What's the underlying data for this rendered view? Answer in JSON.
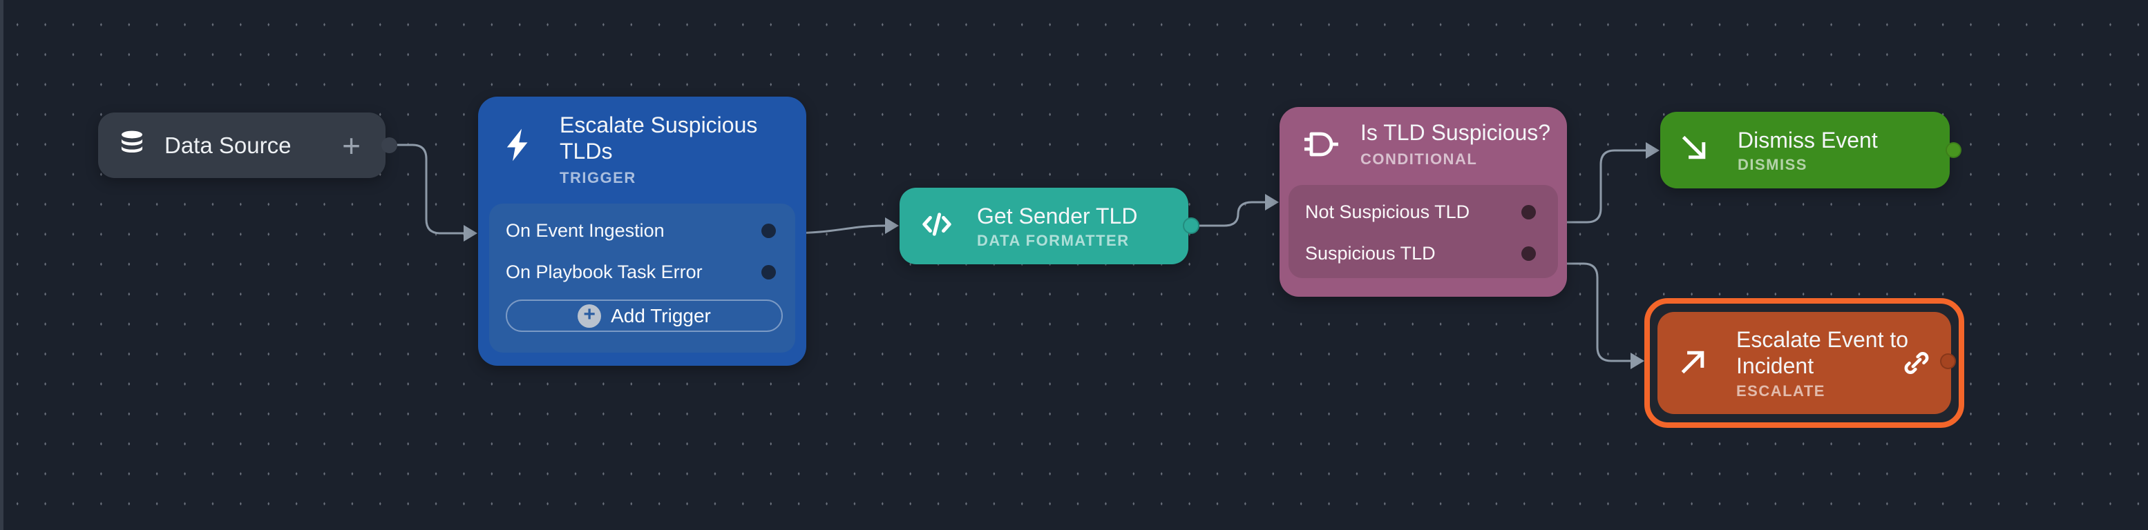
{
  "app": {
    "view": "playbook-workflow-canvas"
  },
  "colors": {
    "canvas_bg": "#1B212C",
    "grid_dot": "#848A96",
    "wire": "#8E9AA8",
    "data_source_bg": "#353C47",
    "trigger_bg": "#1F55A8",
    "trigger_panel_bg": "#2A5DA2",
    "formatter_bg": "#2BAB9A",
    "conditional_bg": "#99597F",
    "conditional_panel_bg": "#885071",
    "dismiss_bg": "#3C8D1E",
    "escalate_bg": "#B34D26",
    "selection_ring": "#F4662A"
  },
  "nodes": {
    "data_source": {
      "label": "Data Source",
      "icon": "database-icon",
      "plus": "+"
    },
    "trigger": {
      "title": "Escalate Suspicious TLDs",
      "type": "TRIGGER",
      "icon": "lightning-bolt-icon",
      "ports": [
        {
          "label": "On Event Ingestion"
        },
        {
          "label": "On Playbook Task Error"
        }
      ],
      "add_button": {
        "plus": "+",
        "label": "Add Trigger"
      }
    },
    "formatter": {
      "title": "Get Sender TLD",
      "type": "DATA FORMATTER",
      "icon": "code-icon"
    },
    "conditional": {
      "title": "Is TLD Suspicious?",
      "type": "CONDITIONAL",
      "icon": "logic-gate-icon",
      "ports": [
        {
          "label": "Not Suspicious TLD"
        },
        {
          "label": "Suspicious TLD"
        }
      ]
    },
    "dismiss": {
      "title": "Dismiss Event",
      "type": "DISMISS",
      "icon": "arrow-down-right-icon"
    },
    "escalate": {
      "title": "Escalate Event to Incident",
      "type": "ESCALATE",
      "icon": "arrow-up-right-icon",
      "badge": "link-icon",
      "selected": true
    }
  },
  "connections": [
    {
      "from": "data_source",
      "to": "trigger.On Event Ingestion"
    },
    {
      "from": "trigger.On Event Ingestion",
      "to": "formatter"
    },
    {
      "from": "formatter",
      "to": "conditional"
    },
    {
      "from": "conditional.Not Suspicious TLD",
      "to": "dismiss"
    },
    {
      "from": "conditional.Suspicious TLD",
      "to": "escalate"
    }
  ]
}
